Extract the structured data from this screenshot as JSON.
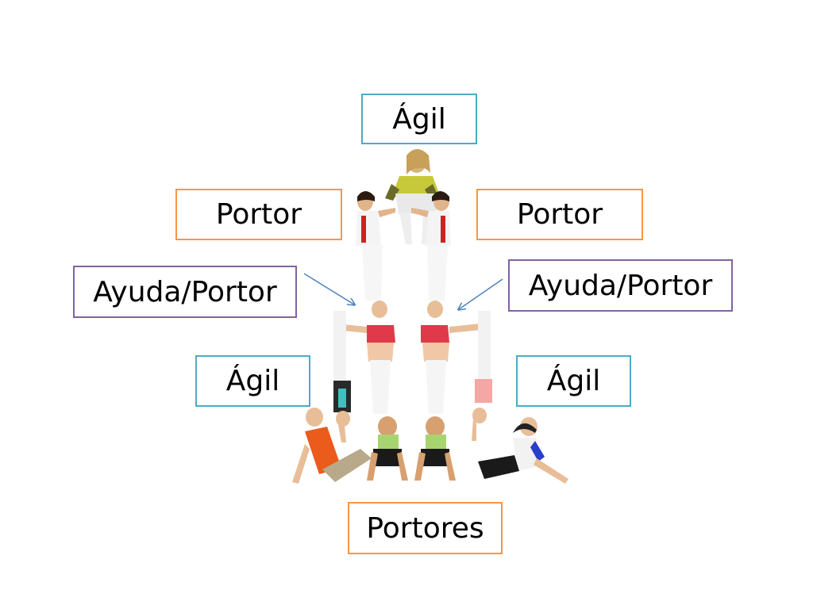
{
  "diagram": {
    "labels": {
      "agil_top": "Ágil",
      "portor_left": "Portor",
      "portor_right": "Portor",
      "ayuda_left": "Ayuda/Portor",
      "ayuda_right": "Ayuda/Portor",
      "agil_left": "Ágil",
      "agil_right": "Ágil",
      "portores": "Portores"
    },
    "colors": {
      "agil_border": "#4bacc6",
      "portor_border": "#f79646",
      "ayuda_border": "#8064a2",
      "arrow": "#4f81bd"
    },
    "illustration": "acrobatic-human-pyramid"
  }
}
